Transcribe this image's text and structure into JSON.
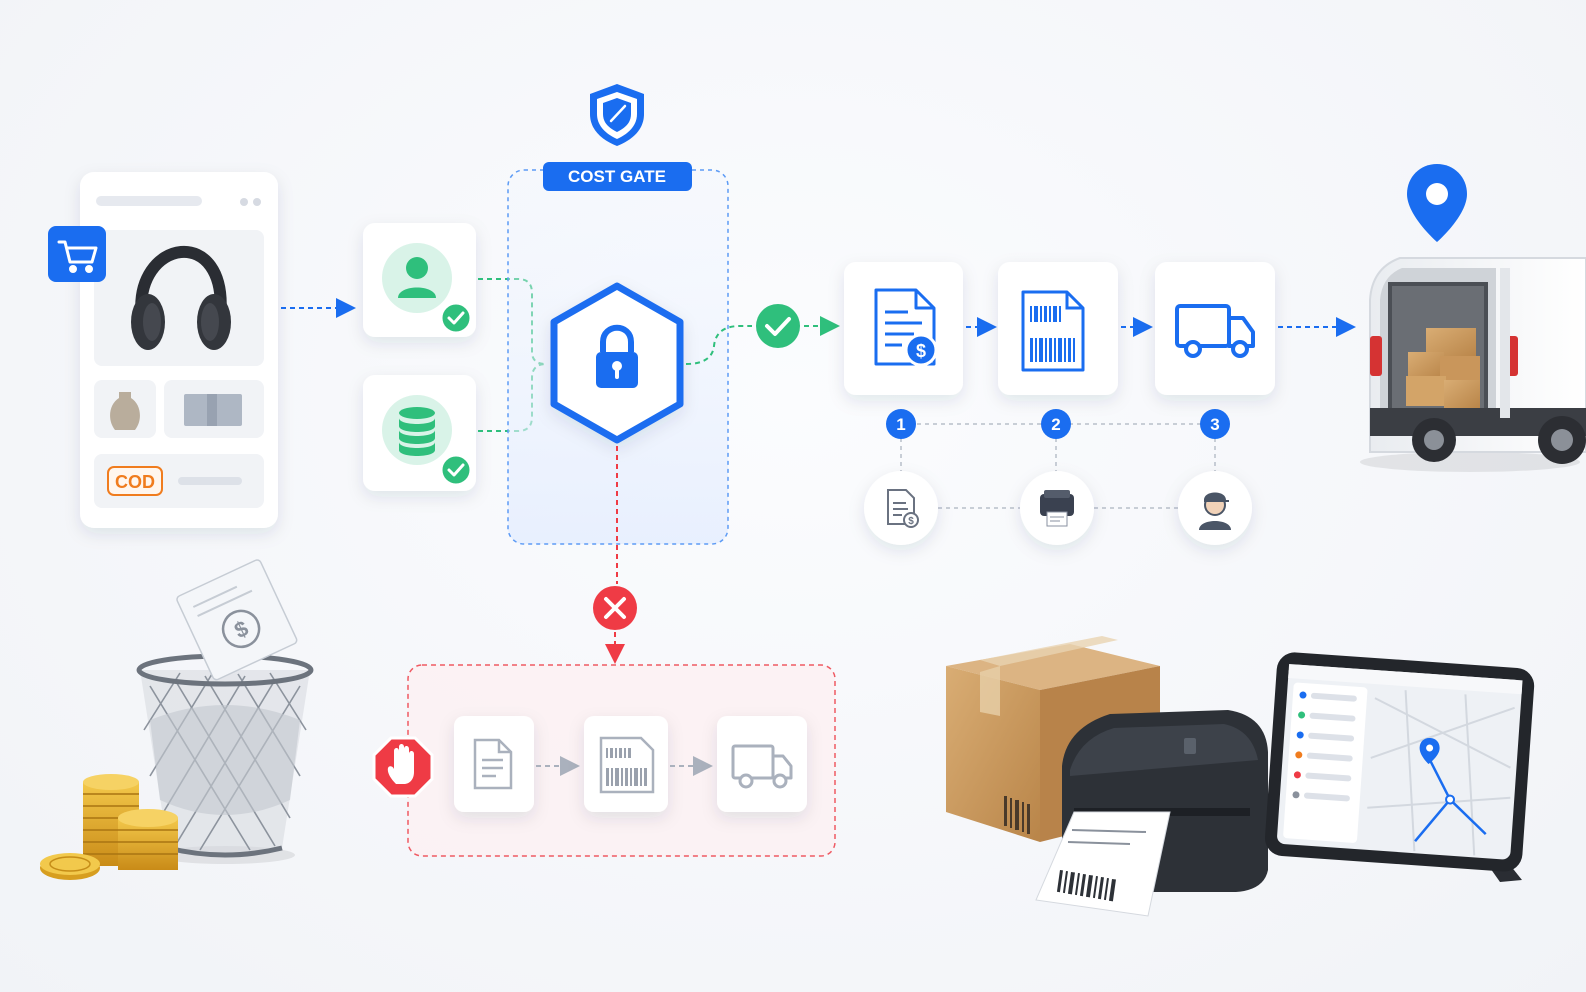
{
  "cost_gate": {
    "label": "COST GATE"
  },
  "product_card": {
    "payment_tag": "COD"
  },
  "steps": [
    {
      "number": "1",
      "icon": "invoice-dollar-icon",
      "helper_icon": "invoice-doc-icon"
    },
    {
      "number": "2",
      "icon": "barcode-label-icon",
      "helper_icon": "printer-icon"
    },
    {
      "number": "3",
      "icon": "delivery-truck-icon",
      "helper_icon": "courier-person-icon"
    }
  ],
  "colors": {
    "primary": "#1a6df0",
    "success": "#2fbf7c",
    "danger": "#ef3b45",
    "coin": "#e0a526",
    "box": "#c99a62",
    "muted": "#aab1bd"
  }
}
